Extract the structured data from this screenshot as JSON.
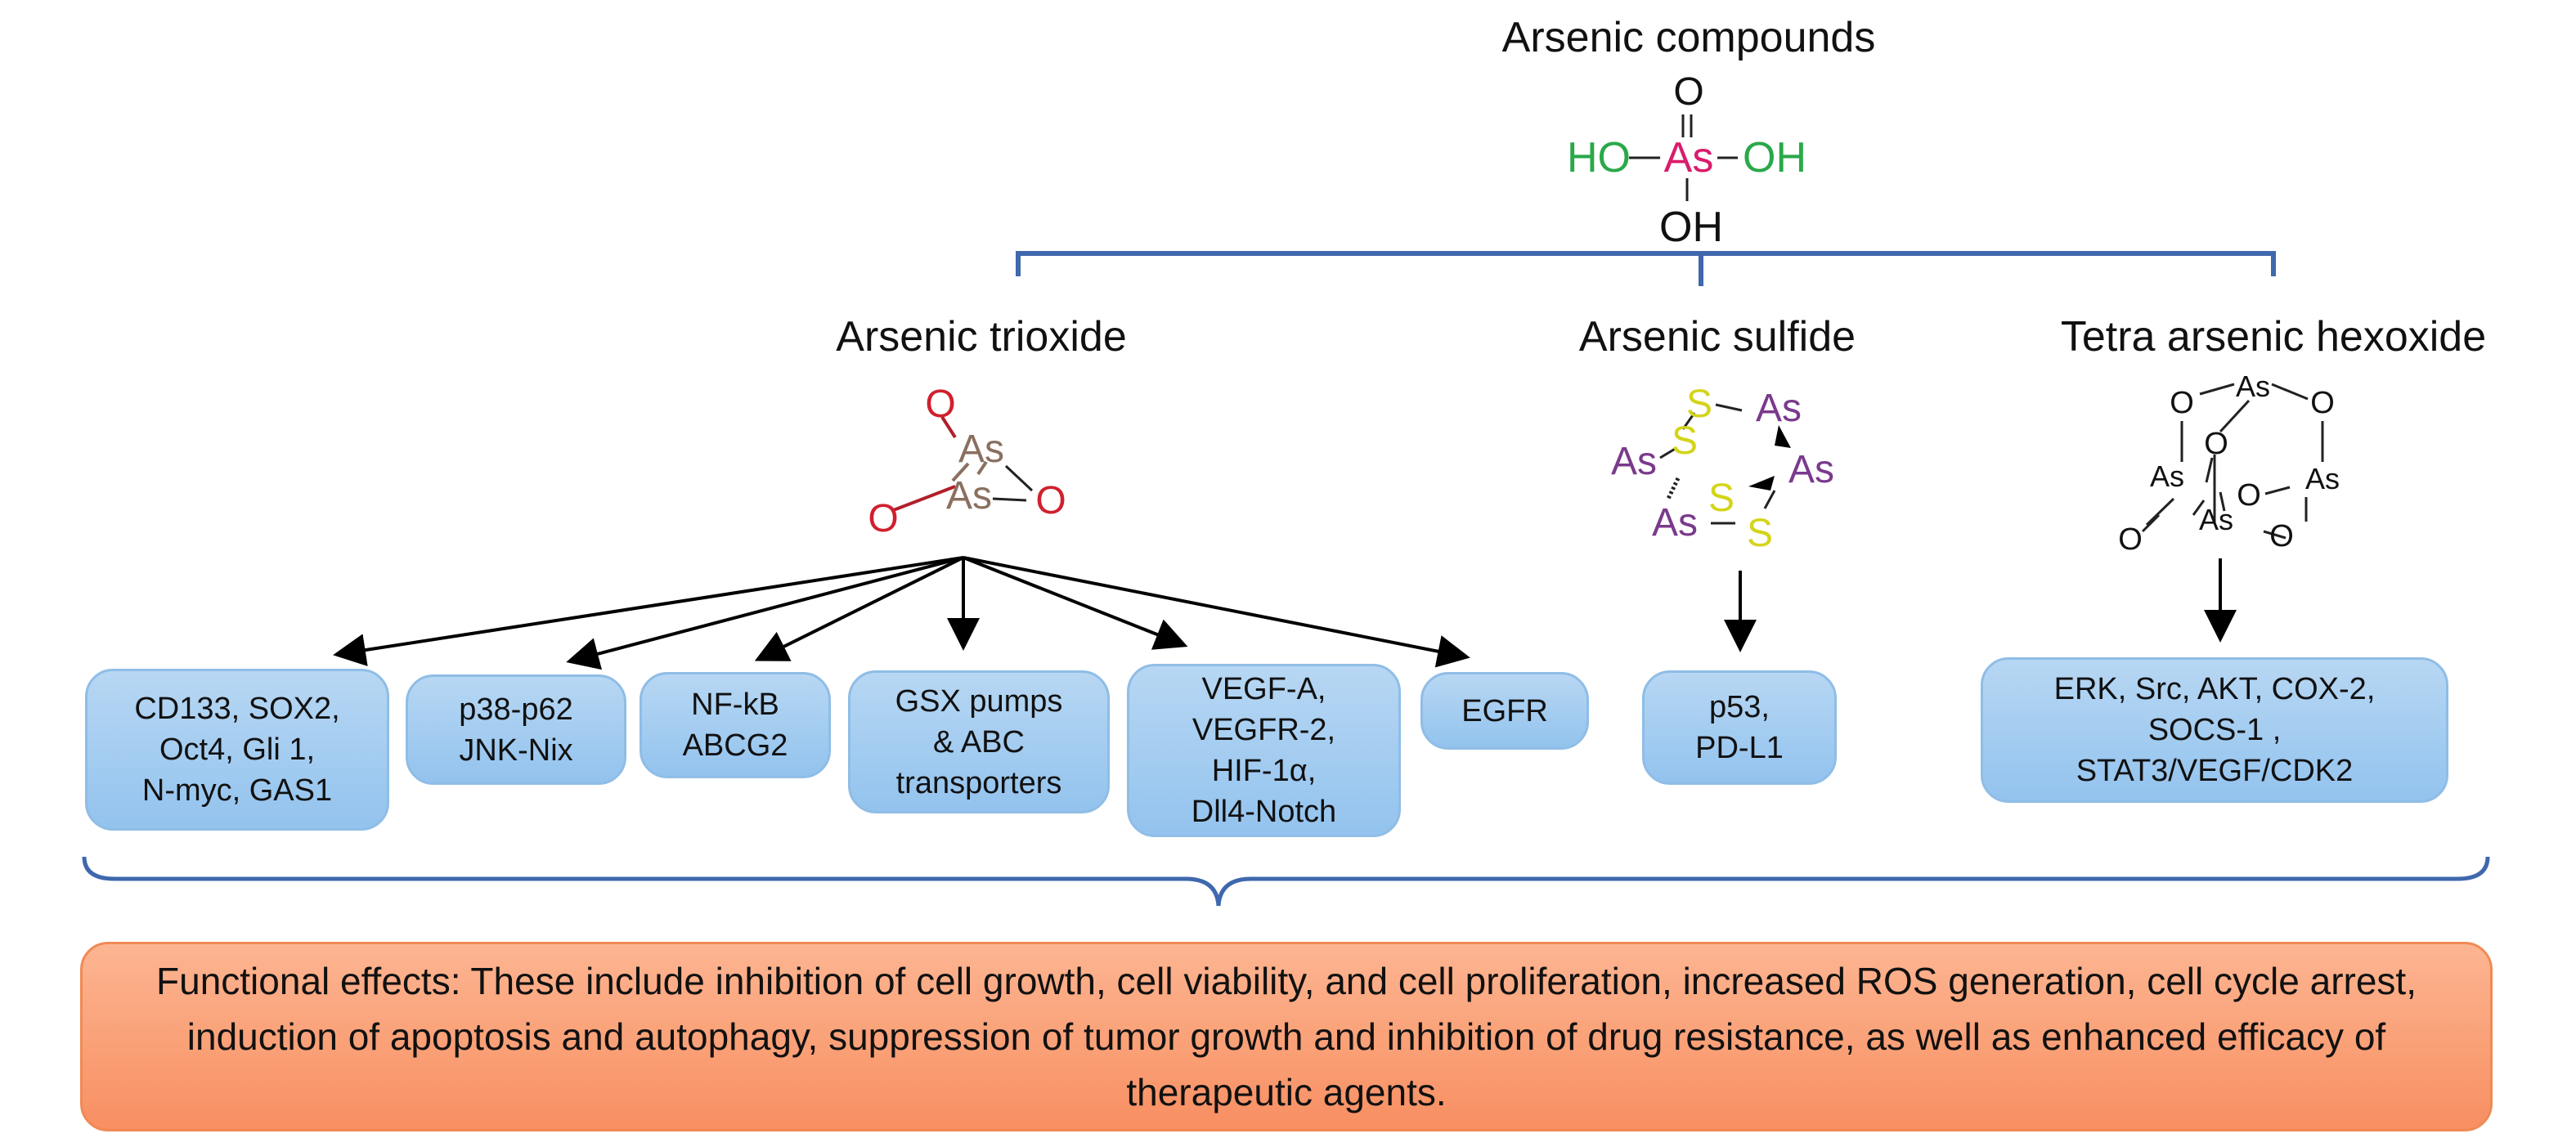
{
  "root": {
    "title": "Arsenic compounds",
    "structure": {
      "o": "O",
      "ho_left": "HO",
      "as": "As",
      "oh_right": "OH",
      "oh_bottom": "OH"
    }
  },
  "branches": {
    "trioxide": {
      "title": "Arsenic trioxide",
      "atoms": {
        "o": "O",
        "as": "As"
      }
    },
    "sulfide": {
      "title": "Arsenic sulfide",
      "atoms": {
        "s": "S",
        "as": "As"
      }
    },
    "hexoxide": {
      "title": "Tetra arsenic hexoxide",
      "atoms": {
        "o": "O",
        "as": "As"
      }
    }
  },
  "targets": [
    {
      "id": "t1",
      "text": "CD133, SOX2,\nOct4, Gli 1,\nN-myc, GAS1"
    },
    {
      "id": "t2",
      "text": "p38-p62\nJNK-Nix"
    },
    {
      "id": "t3",
      "text": "NF-kB\nABCG2"
    },
    {
      "id": "t4",
      "text": "GSX pumps\n& ABC\ntransporters"
    },
    {
      "id": "t5",
      "text": "VEGF-A,\nVEGFR-2,\nHIF-1α,\nDll4-Notch"
    },
    {
      "id": "t6",
      "text": "EGFR"
    },
    {
      "id": "t7",
      "text": "p53,\nPD-L1"
    },
    {
      "id": "t8",
      "text": "ERK, Src, AKT, COX-2,\nSOCS-1 ,\nSTAT3/VEGF/CDK2"
    }
  ],
  "effects": {
    "text": "Functional effects: These include inhibition of cell growth, cell viability, and cell proliferation, increased ROS generation, cell cycle arrest, induction of apoptosis and autophagy, suppression of tumor growth and inhibition of drug resistance, as well as enhanced efficacy of therapeutic agents."
  },
  "colors": {
    "bracket": "#3f68ad",
    "oxygen_red": "#d0202e",
    "hydroxyl_green": "#2aa84a",
    "arsenic_pink": "#d91c6b",
    "arsenic_brown": "#8a7060",
    "arsenic_purple": "#7a3a8c",
    "sulfur_yellow": "#d4d41a",
    "box_blue": "#a6cdf1",
    "effects_orange": "#f9a07a"
  }
}
